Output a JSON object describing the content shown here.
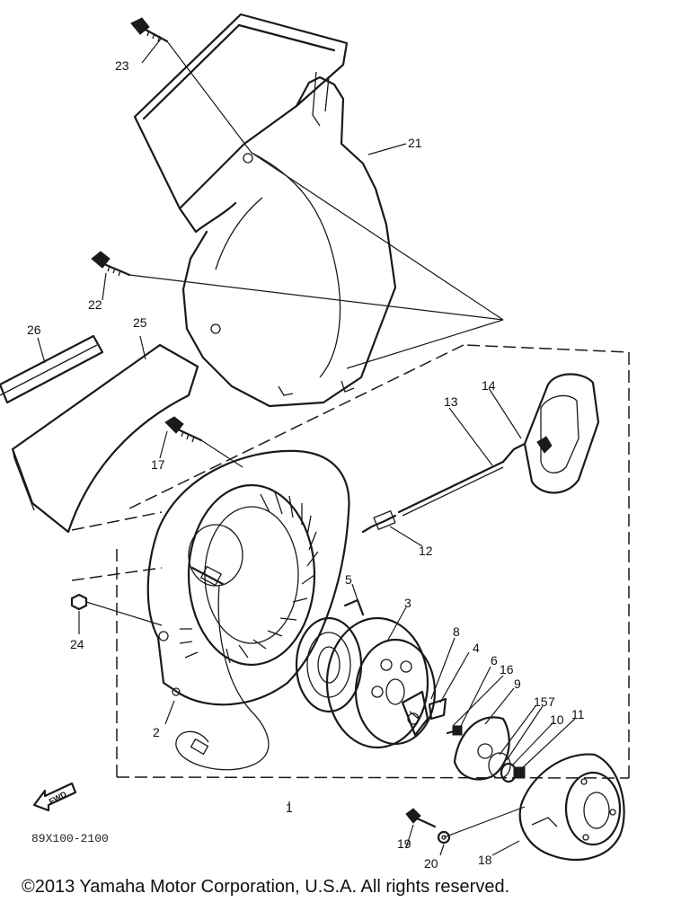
{
  "diagram": {
    "copyright": "©2013 Yamaha Motor Corporation, U.S.A. All rights reserved.",
    "drawing_code": "89X100-2100",
    "fwd_label": "FWD",
    "callouts": {
      "c1": "1",
      "c2": "2",
      "c3": "3",
      "c4": "4",
      "c5": "5",
      "c6": "6",
      "c7": "7",
      "c8": "8",
      "c9": "9",
      "c10": "10",
      "c11": "11",
      "c12": "12",
      "c13": "13",
      "c14": "14",
      "c15": "15",
      "c16": "16",
      "c17": "17",
      "c18": "18",
      "c19": "19",
      "c20": "20",
      "c21": "21",
      "c22": "22",
      "c23": "23",
      "c24": "24",
      "c25": "25",
      "c26": "26"
    }
  }
}
